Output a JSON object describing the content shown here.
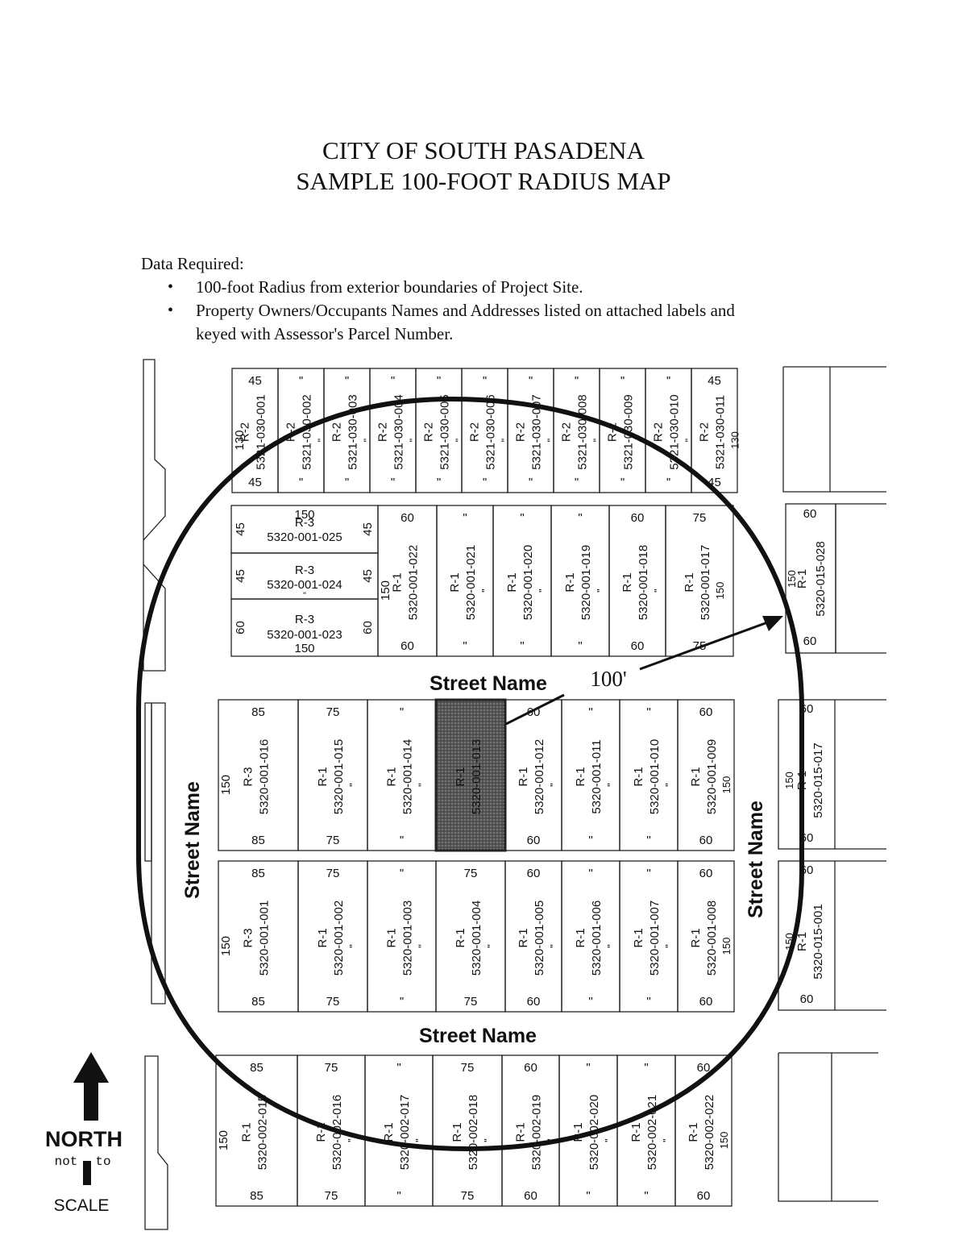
{
  "header": {
    "title_line1": "CITY OF SOUTH PASADENA",
    "title_line2": "SAMPLE 100-FOOT RADIUS MAP"
  },
  "requirements": {
    "heading": "Data Required:",
    "items": [
      [
        "100-foot Radius from exterior boundaries of Project Site."
      ],
      [
        "Property Owners/Occupants Names and Addresses listed on attached labels and",
        "keyed with Assessor's Parcel Number."
      ]
    ]
  },
  "map": {
    "street_label": "Street Name",
    "radius_label": "100'",
    "north_label": "NORTH",
    "scale_line1_left": "not",
    "scale_line1_right": "to",
    "scale_line2": "SCALE",
    "ditto": "\"",
    "block_030": {
      "parcels": [
        {
          "apn": "5321-030-001",
          "zone": "R-2",
          "top": "45",
          "bottom": "45",
          "side": "130"
        },
        {
          "apn": "5321-030-002",
          "zone": "R-2",
          "top": "\"",
          "bottom": "\"",
          "side": "\""
        },
        {
          "apn": "5321-030-003",
          "zone": "R-2",
          "top": "\"",
          "bottom": "\"",
          "side": "\""
        },
        {
          "apn": "5321-030-004",
          "zone": "R-2",
          "top": "\"",
          "bottom": "\"",
          "side": "\""
        },
        {
          "apn": "5321-030-005",
          "zone": "R-2",
          "top": "\"",
          "bottom": "\"",
          "side": "\""
        },
        {
          "apn": "5321-030-006",
          "zone": "R-2",
          "top": "\"",
          "bottom": "\"",
          "side": "\""
        },
        {
          "apn": "5321-030-007",
          "zone": "R-2",
          "top": "\"",
          "bottom": "\"",
          "side": "\""
        },
        {
          "apn": "5321-030-008",
          "zone": "R-2",
          "top": "\"",
          "bottom": "\"",
          "side": "\""
        },
        {
          "apn": "5321-030-009",
          "zone": "R-2",
          "top": "\"",
          "bottom": "\"",
          "side": "\""
        },
        {
          "apn": "5321-030-010",
          "zone": "R-2",
          "top": "\"",
          "bottom": "\"",
          "side": "\""
        },
        {
          "apn": "5321-030-011",
          "zone": "R-2",
          "top": "45",
          "bottom": "45",
          "side": "130"
        }
      ]
    },
    "block_001_north_r3": [
      {
        "apn": "5320-001-025",
        "zone": "R-3",
        "top": "150",
        "left": "45",
        "right": "45"
      },
      {
        "apn": "5320-001-024",
        "zone": "R-3",
        "left": "45",
        "right": "45",
        "extra": "\""
      },
      {
        "apn": "5320-001-023",
        "zone": "R-3",
        "bottom": "150",
        "left": "60",
        "right": "60"
      }
    ],
    "block_001_north_r1": [
      {
        "apn": "5320-001-022",
        "zone": "R-1",
        "top": "60",
        "bottom": "60",
        "side": "150"
      },
      {
        "apn": "5320-001-021",
        "zone": "R-1",
        "top": "\"",
        "bottom": "\"",
        "side": "\""
      },
      {
        "apn": "5320-001-020",
        "zone": "R-1",
        "top": "\"",
        "bottom": "\"",
        "side": "\""
      },
      {
        "apn": "5320-001-019",
        "zone": "R-1",
        "top": "\"",
        "bottom": "\"",
        "side": "\""
      },
      {
        "apn": "5320-001-018",
        "zone": "R-1",
        "top": "60",
        "bottom": "60",
        "side": "\""
      },
      {
        "apn": "5320-001-017",
        "zone": "R-1",
        "top": "75",
        "bottom": "75",
        "side": "150"
      }
    ],
    "block_015_top": {
      "apn": "5320-015-028",
      "zone": "R-1",
      "top": "60",
      "bottom": "60",
      "side": "150"
    },
    "row_upper": [
      {
        "apn": "5320-001-016",
        "zone": "R-3",
        "top": "85",
        "bottom": "85",
        "side": "150"
      },
      {
        "apn": "5320-001-015",
        "zone": "R-1",
        "top": "75",
        "bottom": "75",
        "side": "\""
      },
      {
        "apn": "5320-001-014",
        "zone": "R-1",
        "top": "\"",
        "bottom": "\"",
        "side": "\""
      },
      {
        "apn": "5320-001-013",
        "zone": "R-1",
        "top": "",
        "bottom": "",
        "side": "",
        "subject": true
      },
      {
        "apn": "5320-001-012",
        "zone": "R-1",
        "top": "60",
        "bottom": "60",
        "side": "\""
      },
      {
        "apn": "5320-001-011",
        "zone": "R-1",
        "top": "\"",
        "bottom": "\"",
        "side": "\""
      },
      {
        "apn": "5320-001-010",
        "zone": "R-1",
        "top": "\"",
        "bottom": "\"",
        "side": "\""
      },
      {
        "apn": "5320-001-009",
        "zone": "R-1",
        "top": "60",
        "bottom": "60",
        "side": "150"
      }
    ],
    "row_lower": [
      {
        "apn": "5320-001-001",
        "zone": "R-3",
        "top": "85",
        "bottom": "85",
        "side": "150"
      },
      {
        "apn": "5320-001-002",
        "zone": "R-1",
        "top": "75",
        "bottom": "75",
        "side": "\""
      },
      {
        "apn": "5320-001-003",
        "zone": "R-1",
        "top": "\"",
        "bottom": "\"",
        "side": "\""
      },
      {
        "apn": "5320-001-004",
        "zone": "R-1",
        "top": "75",
        "bottom": "75",
        "side": "\""
      },
      {
        "apn": "5320-001-005",
        "zone": "R-1",
        "top": "60",
        "bottom": "60",
        "side": "\""
      },
      {
        "apn": "5320-001-006",
        "zone": "R-1",
        "top": "\"",
        "bottom": "\"",
        "side": "\""
      },
      {
        "apn": "5320-001-007",
        "zone": "R-1",
        "top": "\"",
        "bottom": "\"",
        "side": "\""
      },
      {
        "apn": "5320-001-008",
        "zone": "R-1",
        "top": "60",
        "bottom": "60",
        "side": "150"
      }
    ],
    "block_015_mid": [
      {
        "apn": "5320-015-017",
        "zone": "R-1",
        "top": "60",
        "bottom": "60",
        "side": "150"
      },
      {
        "apn": "5320-015-001",
        "zone": "R-1",
        "top": "60",
        "bottom": "60",
        "side": "150"
      }
    ],
    "row_002": [
      {
        "apn": "5320-002-015",
        "zone": "R-1",
        "top": "85",
        "bottom": "85",
        "side": "150"
      },
      {
        "apn": "5320-002-016",
        "zone": "R-1",
        "top": "75",
        "bottom": "75",
        "side": "\""
      },
      {
        "apn": "5320-002-017",
        "zone": "R-1",
        "top": "\"",
        "bottom": "\"",
        "side": "\""
      },
      {
        "apn": "5320-002-018",
        "zone": "R-1",
        "top": "75",
        "bottom": "75",
        "side": "\""
      },
      {
        "apn": "5320-002-019",
        "zone": "R-1",
        "top": "60",
        "bottom": "60",
        "side": "\""
      },
      {
        "apn": "5320-002-020",
        "zone": "R-1",
        "top": "\"",
        "bottom": "\"",
        "side": "\""
      },
      {
        "apn": "5320-002-021",
        "zone": "R-1",
        "top": "\"",
        "bottom": "\"",
        "side": "\""
      },
      {
        "apn": "5320-002-022",
        "zone": "R-1",
        "top": "60",
        "bottom": "60",
        "side": "150"
      }
    ]
  }
}
